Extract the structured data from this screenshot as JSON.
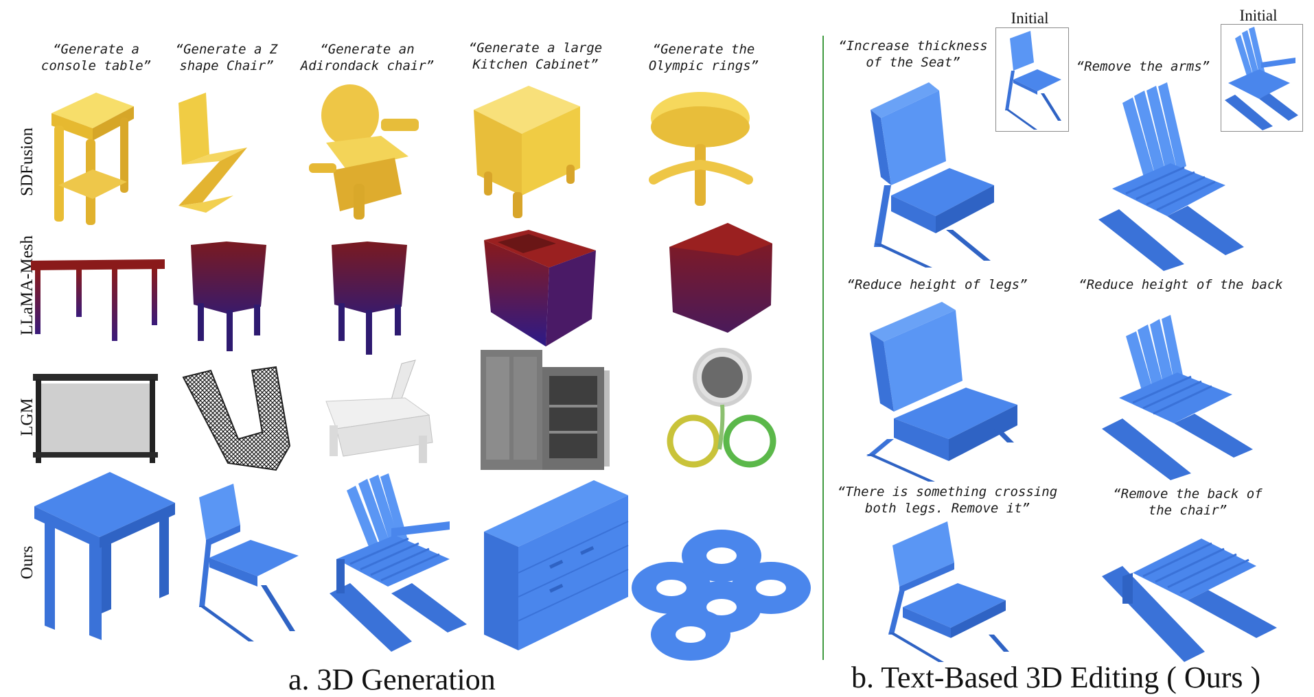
{
  "generation": {
    "prompts": [
      "“Generate a\nconsole table”",
      "“Generate a Z\nshape Chair”",
      "“Generate an\nAdirondack chair”",
      "“Generate a large\nKitchen Cabinet”",
      "“Generate the\nOlympic rings”"
    ],
    "row_labels": [
      "SDFusion",
      "LLaMA-Mesh",
      "LGM",
      "Ours"
    ],
    "caption": "a. 3D Generation"
  },
  "editing": {
    "prompts": [
      "“Increase thickness\nof the Seat”",
      "“Remove the arms”",
      "“Reduce height of legs”",
      "“Reduce height of the back",
      "“There is something crossing\nboth legs. Remove it”",
      "“Remove the back of\nthe chair”"
    ],
    "initial_labels": [
      "Initial",
      "Initial"
    ],
    "caption": "b. Text-Based 3D Editing ( Ours )"
  },
  "colors": {
    "sdfusion": "#f0cc44",
    "llama_top": "#8a1a1a",
    "llama_bottom": "#3a1a7a",
    "lgm": "#9a9a9a",
    "ours": "#4a86ec",
    "divider": "#3f9a3f"
  }
}
